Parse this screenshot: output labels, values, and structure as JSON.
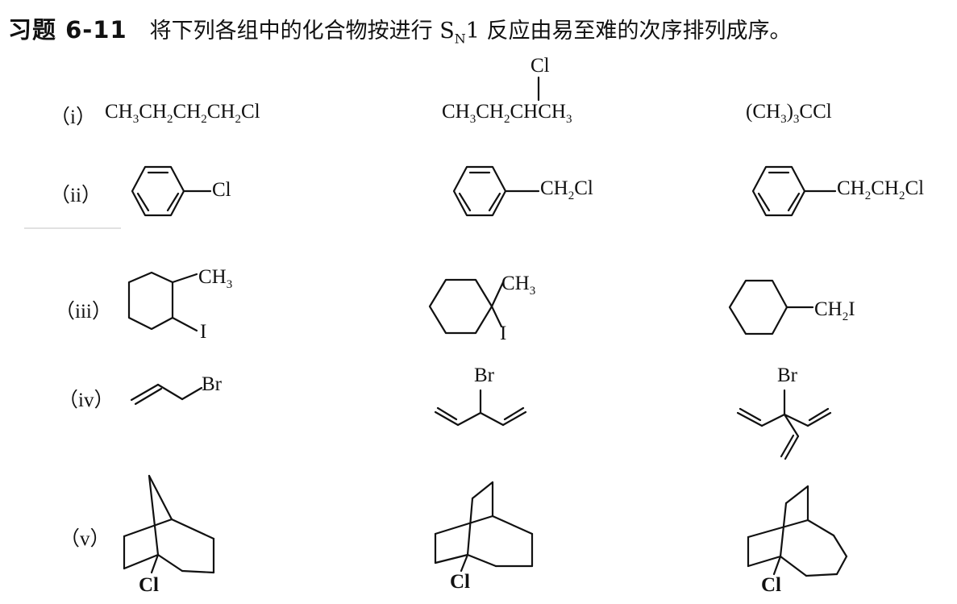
{
  "header": {
    "exercise_label": "习题 6-11",
    "instruction_before": "将下列各组中的化合物按进行 S",
    "instruction_sub": "N",
    "instruction_after": "1 反应由易至难的次序排列成序。"
  },
  "rows": [
    {
      "label": "（i）"
    },
    {
      "label": "（ii）"
    },
    {
      "label": "（iii）"
    },
    {
      "label": "（iv）"
    },
    {
      "label": "（v）"
    }
  ],
  "compounds": {
    "i_1": {
      "parts": [
        "CH",
        "3",
        "CH",
        "2",
        "CH",
        "2",
        "CH",
        "2",
        "Cl"
      ]
    },
    "i_2": {
      "parts": [
        "CH",
        "3",
        "CH",
        "2",
        "CHCH",
        "3"
      ],
      "substituent": "Cl"
    },
    "i_3": {
      "parts": [
        "(CH",
        "3",
        ")",
        "3",
        "CCl"
      ]
    },
    "ii_1": {
      "substituent": "Cl"
    },
    "ii_2": {
      "substituent_main": "CH",
      "substituent_sub": "2",
      "substituent_end": "Cl"
    },
    "ii_3": {
      "substituent_main": "CH",
      "substituent_sub": "2",
      "substituent_mid": "CH",
      "substituent_sub2": "2",
      "substituent_end": "Cl"
    },
    "iii_1": {
      "methyl": "CH",
      "methyl_sub": "3",
      "halogen": "I"
    },
    "iii_2": {
      "methyl": "CH",
      "methyl_sub": "3",
      "halogen": "I"
    },
    "iii_3": {
      "group": "CH",
      "group_sub": "2",
      "halogen": "I"
    },
    "iv_1": {
      "halogen": "Br"
    },
    "iv_2": {
      "halogen": "Br"
    },
    "iv_3": {
      "halogen": "Br"
    },
    "v_1": {
      "halogen": "Cl"
    },
    "v_2": {
      "halogen": "Cl"
    },
    "v_3": {
      "halogen": "Cl"
    }
  }
}
